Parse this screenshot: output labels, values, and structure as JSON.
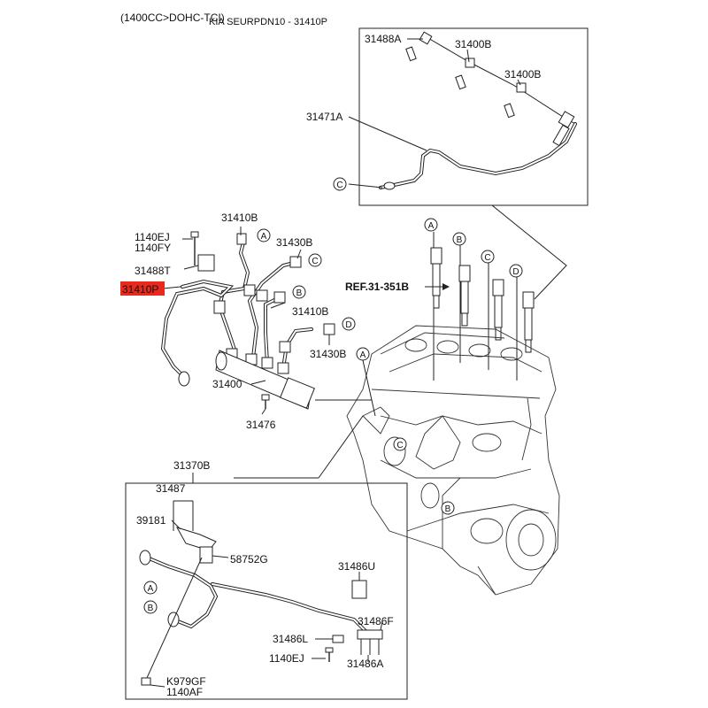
{
  "header": {
    "engine": "(1400CC>DOHC-TCI)",
    "model": "KIA SEURPDN10 - 31410P"
  },
  "highlight_color": "#e8291c",
  "labels": {
    "p31488A": "31488A",
    "p31400B_1": "31400B",
    "p31400B_2": "31400B",
    "p31471A": "31471A",
    "p31410B_1": "31410B",
    "p31430B_1": "31430B",
    "p1140EJ_top": "1140EJ",
    "p1140FY": "1140FY",
    "p31488T": "31488T",
    "p31410P": "31410P",
    "p31410B_2": "31410B",
    "p31430B_2": "31430B",
    "p31400": "31400",
    "p31476": "31476",
    "ref": "REF.31-351B",
    "p31370B": "31370B",
    "p31487": "31487",
    "p39181": "39181",
    "p58752G": "58752G",
    "p31486U": "31486U",
    "p31486F": "31486F",
    "p31486L": "31486L",
    "p1140EJ_bot": "1140EJ",
    "p31486A": "31486A",
    "pK979GF": "K979GF",
    "p1140AF": "1140AF"
  },
  "callouts": {
    "A": "A",
    "B": "B",
    "C": "C",
    "D": "D"
  }
}
